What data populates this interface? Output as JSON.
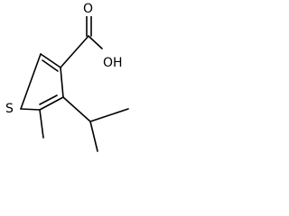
{
  "molecule": {
    "atoms": {
      "sulfur": "S",
      "hydroxyl": "OH",
      "carbonyl_oxygen": "O"
    },
    "colors": {
      "bond": "#000000",
      "label": "#000000",
      "background": "#ffffff"
    }
  }
}
